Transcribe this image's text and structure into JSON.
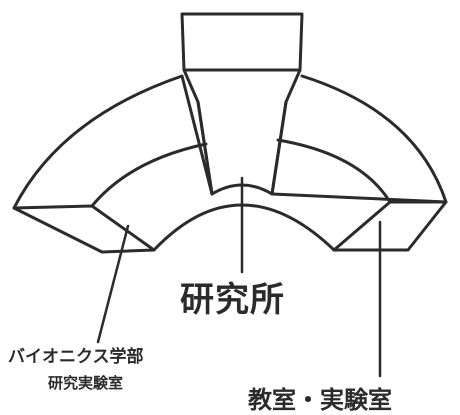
{
  "labels": {
    "center": "研究所",
    "left_line1": "バイオニクス学部",
    "left_line2": "研究実験室",
    "right": "教室・実験室"
  },
  "colors": {
    "ink": "#2b2b2b",
    "background": "#ffffff"
  }
}
